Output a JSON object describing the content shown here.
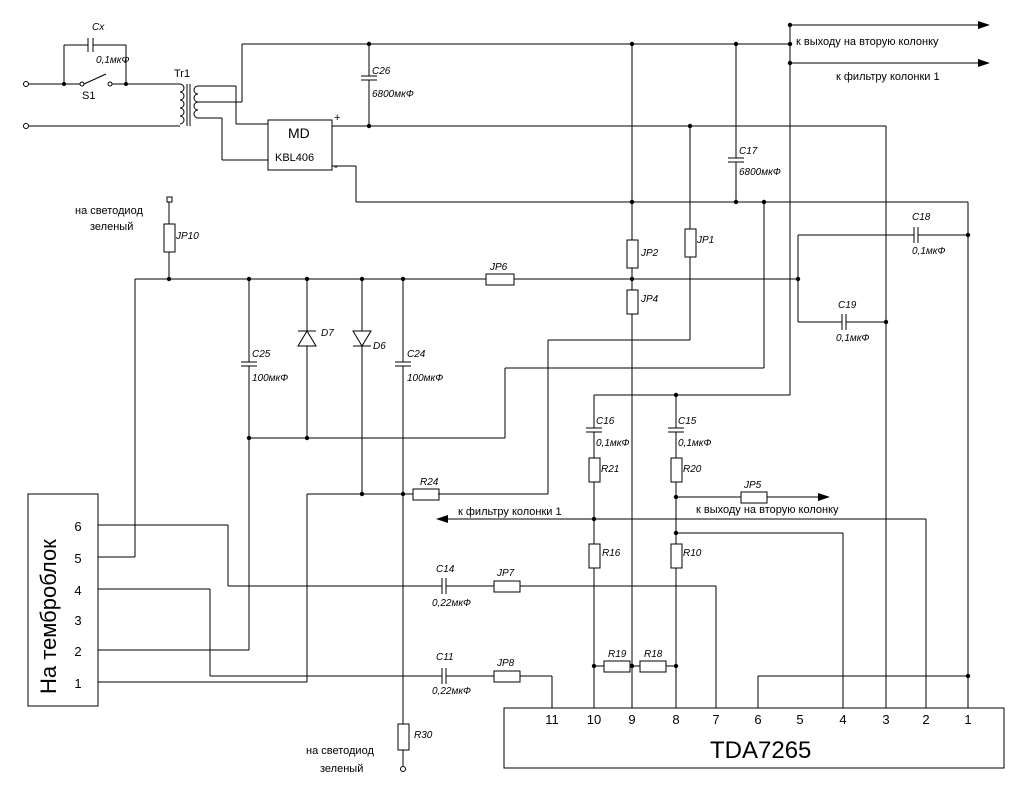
{
  "power": {
    "cx_label": "Cx",
    "cx_value": "0,1мкФ",
    "switch_label": "S1",
    "transformer_label": "Tr1",
    "bridge_name": "MD",
    "bridge_part": "KBL406",
    "plus_sign": "+",
    "minus_sign": "-",
    "c26_label": "C26",
    "c26_value": "6800мкФ",
    "c17_label": "C17",
    "c17_value": "6800мкФ"
  },
  "arrows": {
    "to_second_speaker": "к выходу на вторую колонку",
    "to_filter_speaker1": "к фильтру колонки 1",
    "to_filter_speaker1_mid": "к фильтру колонки 1",
    "to_second_speaker_mid": "к выходу на вторую колонку"
  },
  "led": {
    "top_label_line1": "на светодиод",
    "top_label_line2": "зеленый",
    "bottom_label_line1": "на светодиод",
    "bottom_label_line2": "зеленый"
  },
  "components": {
    "jp10": "JP10",
    "jp6": "JP6",
    "jp2": "JP2",
    "jp1": "JP1",
    "jp4": "JP4",
    "jp5": "JP5",
    "jp7": "JP7",
    "jp8": "JP8",
    "c18_label": "C18",
    "c18_value": "0,1мкФ",
    "c19_label": "C19",
    "c19_value": "0,1мкФ",
    "c25_label": "C25",
    "c25_value": "100мкФ",
    "c24_label": "C24",
    "c24_value": "100мкФ",
    "d7": "D7",
    "d6": "D6",
    "c16_label": "C16",
    "c16_value": "0,1мкФ",
    "c15_label": "C15",
    "c15_value": "0,1мкФ",
    "r21": "R21",
    "r20": "R20",
    "r24": "R24",
    "r16": "R16",
    "r10": "R10",
    "r19": "R19",
    "r18": "R18",
    "r30": "R30",
    "c14_label": "C14",
    "c14_value": "0,22мкФ",
    "c11_label": "C11",
    "c11_value": "0,22мкФ"
  },
  "tone_block": {
    "title": "На темброблок",
    "pins": [
      "6",
      "5",
      "4",
      "3",
      "2",
      "1"
    ]
  },
  "chip": {
    "name": "TDA7265",
    "pins": [
      "11",
      "10",
      "9",
      "8",
      "7",
      "6",
      "5",
      "4",
      "3",
      "2",
      "1"
    ]
  }
}
